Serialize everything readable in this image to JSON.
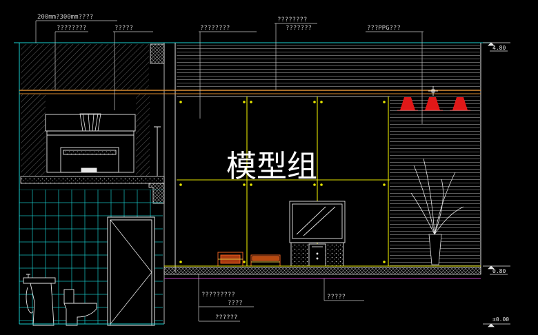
{
  "annotations": {
    "tile_spec": "200mm?300mm????",
    "note_wall_left": "????????",
    "note_cabinet": "?????",
    "note_center": "????????",
    "note_top_a": "????????",
    "note_top_b": "???????",
    "note_ppg": "???PPG???",
    "note_bottom_a": "?????????",
    "note_bottom_b": "????",
    "note_bottom_c": "??????",
    "note_bottom_right": "?????"
  },
  "levels": {
    "top": "4.80",
    "mid": "0.80",
    "base": "±0.00"
  },
  "watermark": "模型组",
  "colors": {
    "background": "#000000",
    "yellow": "#e6e600",
    "cyan": "#18d0d0",
    "white": "#e8e8e8",
    "gray": "#9a9a9a",
    "red": "#e01818",
    "orange": "#d88a30",
    "magenta": "#c040c0"
  }
}
